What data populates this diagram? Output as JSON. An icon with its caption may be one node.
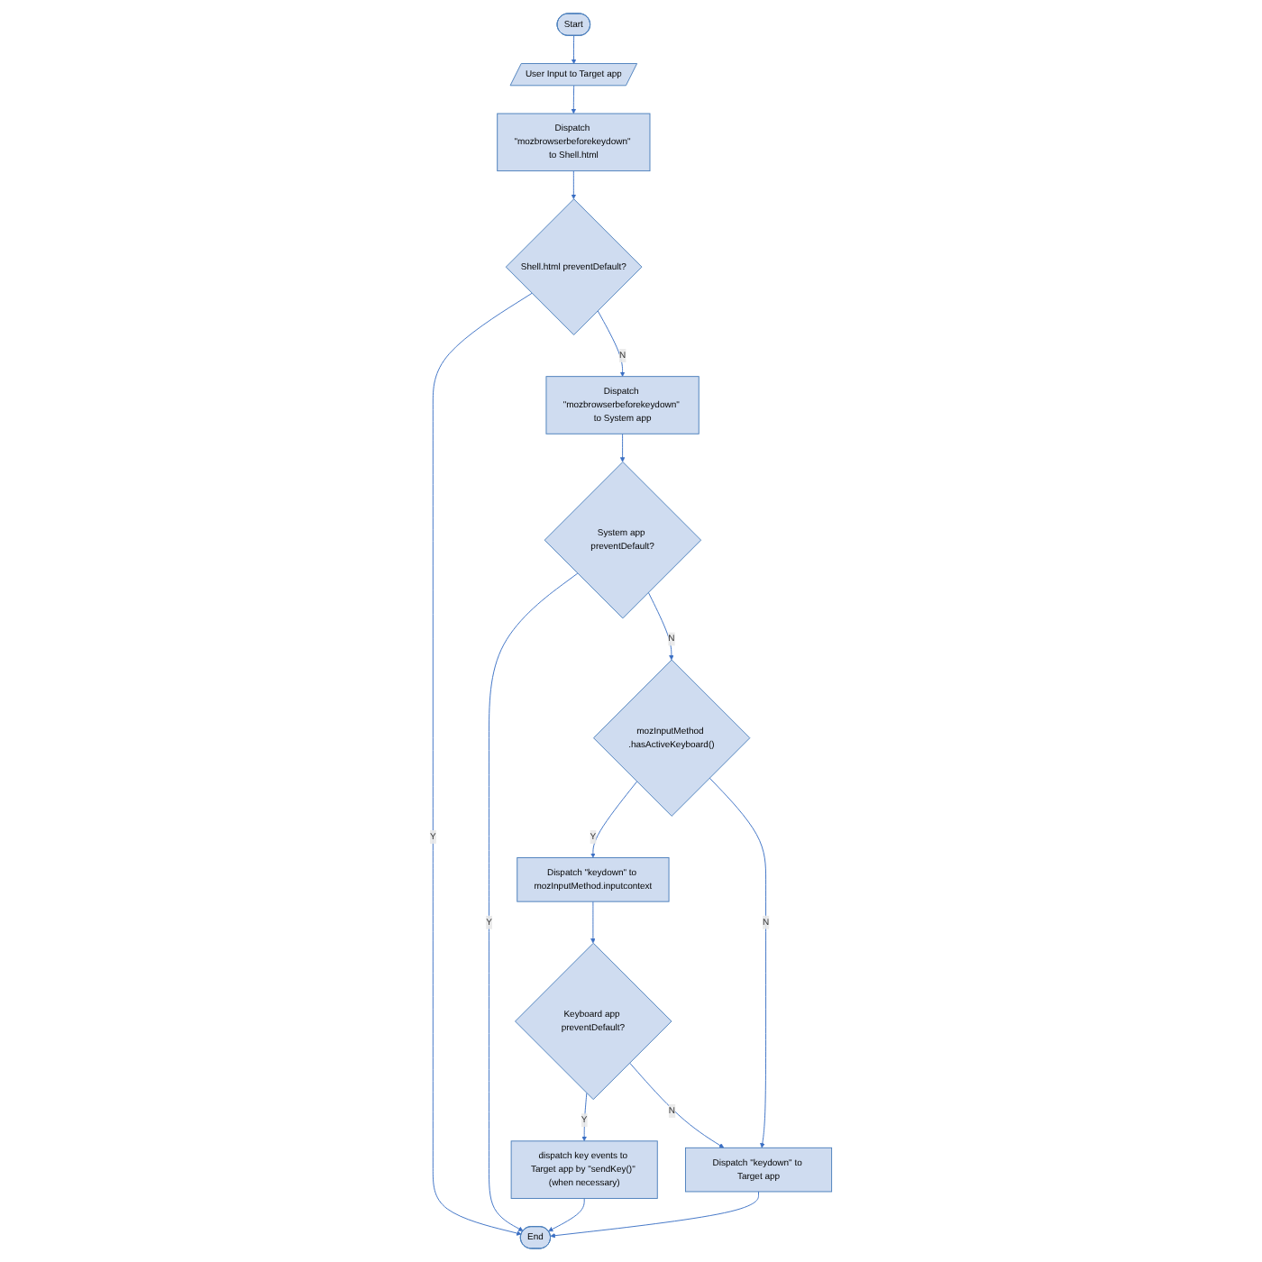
{
  "diagram": {
    "nodes": [
      {
        "text": [
          "Start"
        ]
      },
      {
        "text": [
          "User Input to Target app"
        ]
      },
      {
        "text": [
          "Dispatch \"mozbrowserbeforekeydown\" to Shell.html"
        ]
      },
      {
        "text": [
          "Shell.html preventDefault?"
        ]
      },
      {
        "text": [
          "End"
        ]
      },
      {
        "text": [
          "Dispatch \"mozbrowserbeforekeydown\" to System app"
        ]
      },
      {
        "text": [
          "System app preventDefault?"
        ]
      },
      {
        "text": [
          "mozInputMethod .hasActiveKeyboard()"
        ]
      },
      {
        "text": [
          "Dispatch \"keydown\" to mozInputMethod.inputcontext"
        ]
      },
      {
        "text": [
          "dispatch key events to Target app by \"sendKey()\" (when necessary)"
        ]
      },
      {
        "text": [
          "Keyboard app preventDefault?"
        ]
      },
      {
        "text": [
          "Dispatch \"keydown\" to Target app"
        ]
      }
    ],
    "edges": [
      {
        "from": 0,
        "to": 1,
        "arrow": "to"
      },
      {
        "from": 1,
        "to": 2,
        "arrow": "to"
      },
      {
        "from": 2,
        "to": 3,
        "arrow": "to"
      },
      {
        "from": 3,
        "to": 4,
        "arrow": "to",
        "label": "Y"
      },
      {
        "from": 3,
        "to": 5,
        "arrow": "to",
        "label": "N"
      },
      {
        "from": 5,
        "to": 6,
        "arrow": "to"
      },
      {
        "from": 6,
        "to": 4,
        "arrow": "to",
        "label": "Y"
      },
      {
        "from": 6,
        "to": 7,
        "arrow": "to",
        "label": "N"
      },
      {
        "from": 7,
        "to": 8,
        "arrow": "to",
        "label": "Y"
      },
      {
        "from": 7,
        "to": 11,
        "arrow": "to",
        "label": "N"
      },
      {
        "from": 8,
        "to": 10,
        "arrow": "to"
      },
      {
        "from": 10,
        "to": 9,
        "arrow": "to",
        "label": "Y"
      },
      {
        "from": 10,
        "to": 11,
        "arrow": "to",
        "label": "N"
      },
      {
        "from": 9,
        "to": 4,
        "arrow": "to"
      },
      {
        "from": 11,
        "to": 4,
        "arrow": "to"
      }
    ]
  }
}
